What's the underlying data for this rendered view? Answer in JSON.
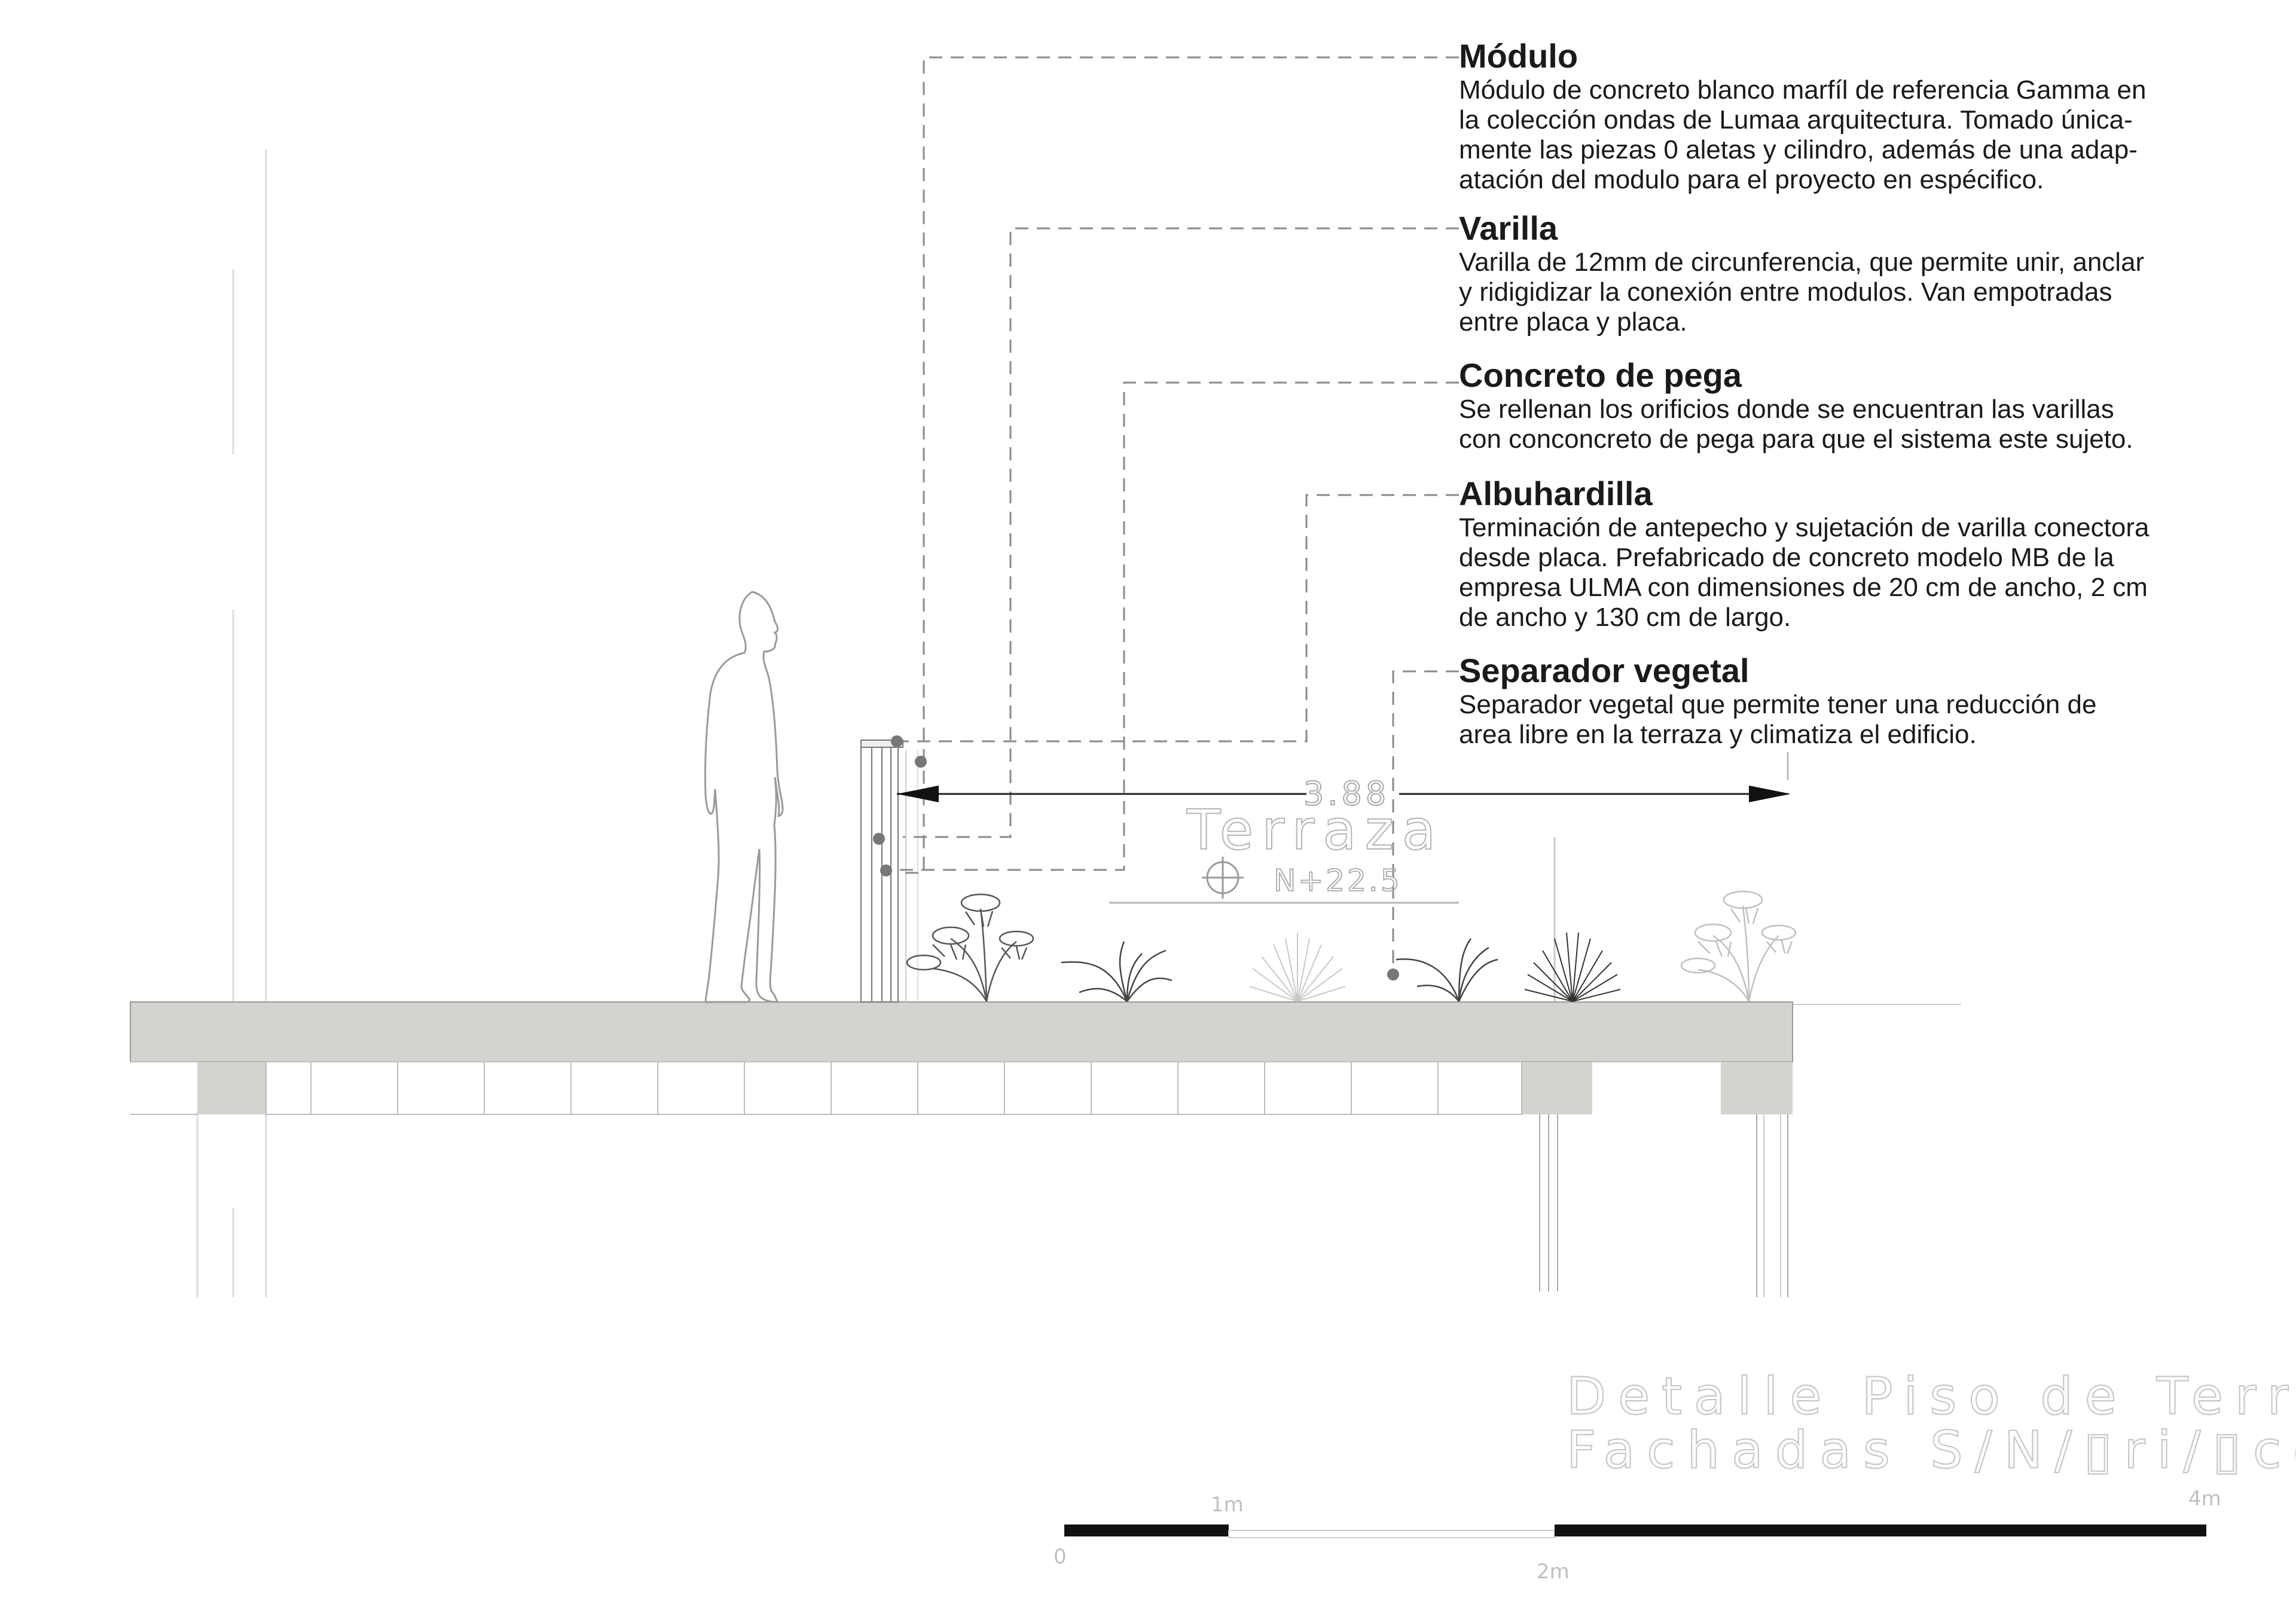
{
  "annotations": [
    {
      "title": "Módulo",
      "lines": [
        "Módulo de concreto blanco marfíl de referencia Gamma en",
        "la colección ondas de Lumaa arquitectura. Tomado única-",
        "mente las piezas 0 aletas y cilindro, además de una adap-",
        "atación del modulo para el proyecto en espécifico."
      ]
    },
    {
      "title": "Varilla",
      "lines": [
        "Varilla de 12mm de circunferencia, que permite unir, anclar",
        "y ridigidizar la conexión entre modulos. Van empotradas",
        "entre placa y placa."
      ]
    },
    {
      "title": "Concreto de pega",
      "lines": [
        "Se rellenan los orificios donde se encuentran las varillas",
        "con conconcreto de pega para que el sistema este sujeto."
      ]
    },
    {
      "title": "Albuhardilla",
      "lines": [
        "Terminación de antepecho y sujetación de varilla conectora",
        "desde placa. Prefabricado de concreto modelo MB de la",
        "empresa ULMA con dimensiones de 20 cm de ancho, 2 cm",
        "de ancho y  130 cm de largo."
      ]
    },
    {
      "title": "Separador vegetal",
      "lines": [
        "Separador vegetal que permite tener una reducción de",
        "area libre en la terraza y climatiza el edificio."
      ]
    }
  ],
  "dimension": {
    "value": "3.88"
  },
  "space": {
    "name": "Terraza",
    "level": "N+22.5"
  },
  "drawing_title": {
    "line1": "Detalle Piso de Terraza",
    "line2": "Fachadas S/N/▯ri/▯cc"
  },
  "scale_bar": {
    "label_0": "0",
    "label_1": "1m",
    "label_2": "2m",
    "label_4": "4m"
  },
  "colors": {
    "slab": "#d4d4ce",
    "line": "#8a8a8a",
    "text": "#1a1a1a",
    "light_text": "#cfcfcf"
  }
}
